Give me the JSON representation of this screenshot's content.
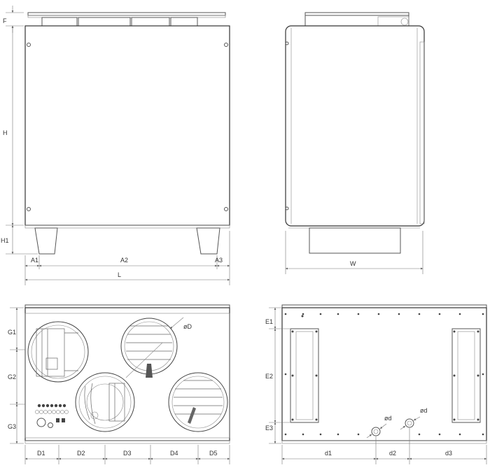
{
  "labels": {
    "front": {
      "F": "F",
      "H": "H",
      "H1": "H1",
      "A1": "A1",
      "A2": "A2",
      "A3": "A3",
      "L": "L"
    },
    "side": {
      "W": "W"
    },
    "top": {
      "G1": "G1",
      "G2": "G2",
      "G3": "G3",
      "D1": "D1",
      "D2": "D2",
      "D3": "D3",
      "D4": "D4",
      "D5": "D5",
      "oD": "øD"
    },
    "bottom": {
      "E1": "E1",
      "E2": "E2",
      "E3": "E3",
      "d1": "d1",
      "d2": "d2",
      "d3": "d3",
      "od1": "ød",
      "od2": "ød"
    }
  }
}
